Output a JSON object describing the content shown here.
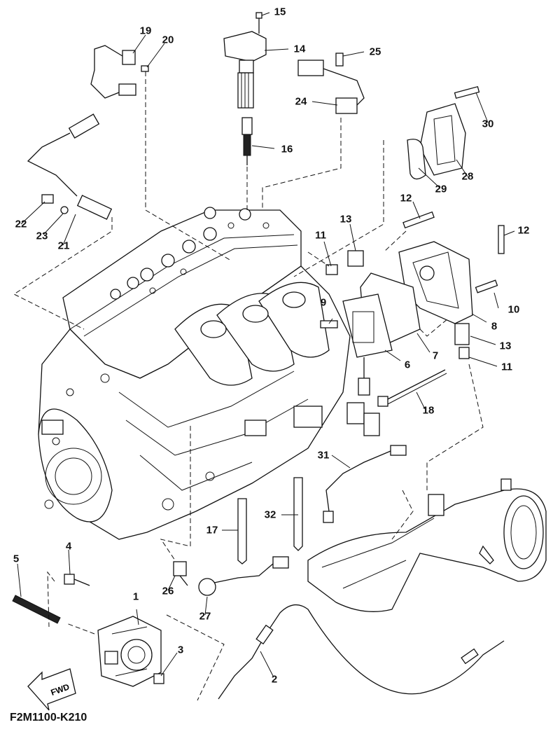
{
  "part_code": "F2M1100-K210",
  "fwd_label": "FWD",
  "callouts": [
    "1",
    "2",
    "3",
    "4",
    "5",
    "6",
    "7",
    "8",
    "9",
    "10",
    "11",
    "11",
    "12",
    "12",
    "13",
    "13",
    "14",
    "15",
    "16",
    "17",
    "18",
    "19",
    "20",
    "21",
    "22",
    "23",
    "24",
    "25",
    "26",
    "27",
    "28",
    "29",
    "30",
    "31",
    "32"
  ]
}
